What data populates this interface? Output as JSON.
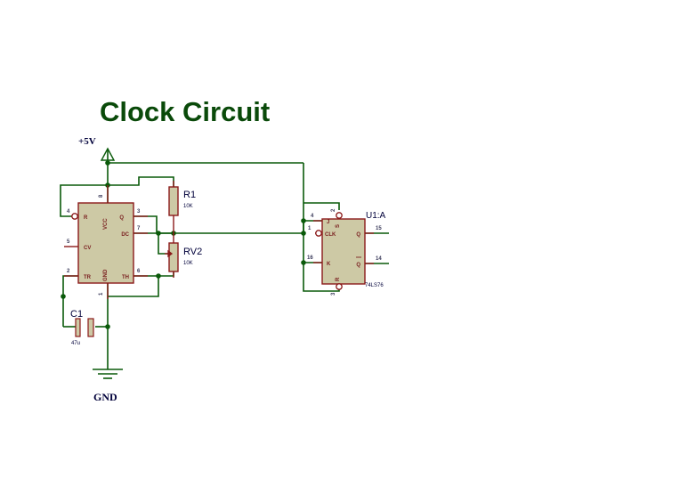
{
  "document": {
    "title": "Clock Circuit",
    "title_color": "#0a4a0a",
    "background_color": "#ffffff",
    "wire_color": "#0a5a0a",
    "component_fill": "#cdc9a5",
    "component_outline": "#8b1a1a"
  },
  "power": {
    "supply_label": "+5V",
    "ground_label": "GND"
  },
  "timer_555": {
    "pins_left": [
      {
        "number": "4",
        "name": "R"
      },
      {
        "number": "5",
        "name": "CV"
      },
      {
        "number": "2",
        "name": "TR"
      }
    ],
    "pins_right": [
      {
        "number": "3",
        "name": "Q"
      },
      {
        "number": "7",
        "name": "DC"
      },
      {
        "number": "6",
        "name": "TH"
      }
    ],
    "pin_top": {
      "number": "8",
      "name": "VCC"
    },
    "pin_bottom": {
      "number": "1",
      "name": "GND"
    }
  },
  "resistor_r1": {
    "reference": "R1",
    "value": "10K"
  },
  "resistor_rv2": {
    "reference": "RV2",
    "value": "10K"
  },
  "capacitor_c1": {
    "reference": "C1",
    "value": "47u"
  },
  "flipflop": {
    "reference": "U1:A",
    "part_number": "74LS76",
    "pins_left": [
      {
        "number": "4",
        "name": "J"
      },
      {
        "number": "1",
        "name": "CLK"
      },
      {
        "number": "16",
        "name": "K"
      }
    ],
    "pins_right": [
      {
        "number": "15",
        "name": "Q"
      },
      {
        "number": "14",
        "name": "Q"
      }
    ],
    "pin_top": {
      "number": "2",
      "name": "S"
    },
    "pin_bottom": {
      "number": "3",
      "name": "R"
    }
  }
}
